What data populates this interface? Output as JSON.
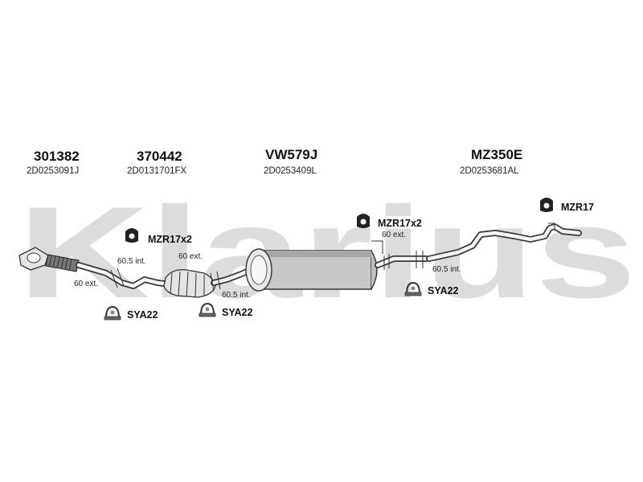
{
  "watermark": "Klarius",
  "parts": [
    {
      "number": "301382",
      "ref": "2D0253091J"
    },
    {
      "number": "370442",
      "ref": "2D0131701FX"
    },
    {
      "number": "VW579J",
      "ref": "2D0253409L"
    },
    {
      "number": "MZ350E",
      "ref": "2D0253681AL"
    }
  ],
  "fittings": [
    {
      "label": "MZR17x2"
    },
    {
      "label": "MZR17x2"
    },
    {
      "label": "MZR17"
    },
    {
      "label": "SYA22"
    },
    {
      "label": "SYA22"
    },
    {
      "label": "SYA22"
    }
  ],
  "joints": [
    {
      "text": "60.5 int."
    },
    {
      "text": "60 ext."
    },
    {
      "text": "60 ext."
    },
    {
      "text": "60.5 int."
    },
    {
      "text": "60 ext."
    },
    {
      "text": "60.5 int."
    }
  ],
  "colors": {
    "watermark": "#dcdcdc",
    "pipe": "#3a3a3a",
    "text": "#111111"
  }
}
